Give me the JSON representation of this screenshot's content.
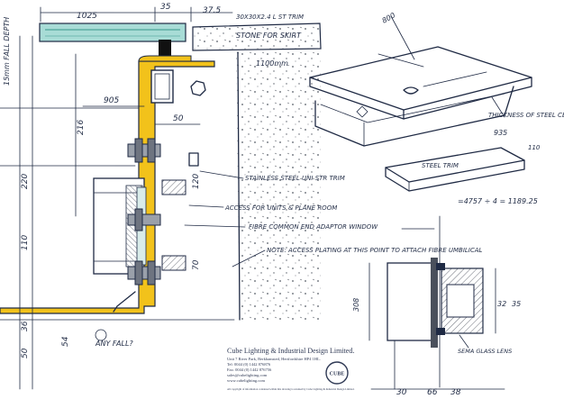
{
  "dimensions": {
    "d_1025": "1025",
    "d_35": "35",
    "d_375": "37.5",
    "d_30x30": "30X30X2.4 L ST TRIM",
    "d_190": "1100mm",
    "d_800": "800",
    "d_905": "905",
    "d_50": "50",
    "d_216": "216",
    "d_120": "120",
    "d_220": "220",
    "d_110": "110",
    "d_70": "70",
    "d_50b": "50",
    "d_54": "54",
    "d_66": "66",
    "d_36": "36",
    "d_30": "30",
    "d_38": "38",
    "d_935": "935",
    "d_110b": "110",
    "d_308": "308",
    "d_32": "32",
    "d_35b": "35",
    "eq": "=4757 ÷ 4 = 1189.25"
  },
  "labels": {
    "stone": "STONE FOR SKIRT",
    "vertical": "15mm FALL DEPTH",
    "thickness": "THICKNESS OF STEEL CENTRE PARTITION ?",
    "steel_trim": "STEEL TRIM",
    "stainless": "STAINLESS STEEL UNI STR TRIM",
    "access": "ACCESS FOR UNITS & PLANE ROOM",
    "fibre": "FIBRE COMMON END ADAPTOR WINDOW",
    "note": "NOTE: ACCESS PLATING AT THIS POINT TO ATTACH FIBRE UMBILICAL",
    "fall": "ANY FALL?",
    "glass": "SEMA GLASS LENS"
  },
  "title_block": {
    "company": "Cube Lighting & Industrial Design Limited.",
    "address": "Unit 7 River Park, Berkhamsted, Hertfordshire HP4 1HL.",
    "tel": "Tel: 0044 (0) 1442 876876",
    "fax": "Fax: 0044 (0) 1442 876756",
    "email": "sales@cubelighting.com",
    "web": "www.cubelighting.com",
    "copyright": "All copyright of information contained within this drawing is retained by Cube Lighting & Industrial Design Limited.",
    "logo": "CUBE"
  },
  "colors": {
    "yellow": "#f2c21b",
    "glass": "#a8dcd6",
    "ink": "#1f2a44",
    "hatch": "#8a8f99"
  }
}
